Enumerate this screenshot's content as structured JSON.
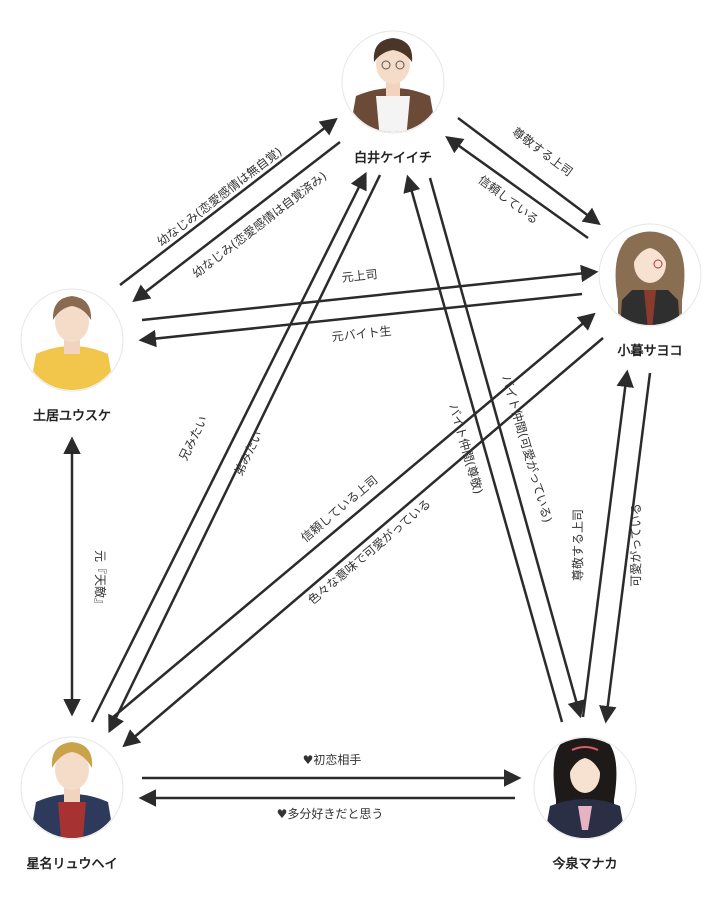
{
  "characters": {
    "shirai": {
      "name": "白井ケイイチ"
    },
    "kogure": {
      "name": "小暮サヨコ"
    },
    "doi": {
      "name": "土居ユウスケ"
    },
    "hoshina": {
      "name": "星名リュウヘイ"
    },
    "imaizumi": {
      "name": "今泉マナカ"
    }
  },
  "relations": {
    "doi_to_shirai": "幼なじみ(恋愛感情は無自覚)",
    "shirai_to_doi": "幼なじみ(恋愛感情は自覚済み)",
    "shirai_to_kogure": "尊敬する上司",
    "kogure_to_shirai": "信頼している",
    "doi_to_kogure": "元上司",
    "kogure_to_doi": "元バイト生",
    "hoshina_to_shirai": "兄みたい",
    "shirai_to_hoshina": "弟みたい",
    "shirai_to_imaizumi": "バイト仲間(可愛がっている)",
    "imaizumi_to_shirai": "バイト仲間(尊敬)",
    "hoshina_to_kogure": "信頼している上司",
    "kogure_to_hoshina": "色々な意味で可愛がっている",
    "doi_hoshina": "元『天敵』",
    "imaizumi_to_kogure": "尊敬する上司",
    "kogure_to_imaizumi": "可愛がっている",
    "hoshina_to_imaizumi": "♥初恋相手",
    "imaizumi_to_hoshina": "♥多分好きだと思う"
  },
  "colors": {
    "arrow": "#2b2b2b",
    "text": "#333333"
  }
}
